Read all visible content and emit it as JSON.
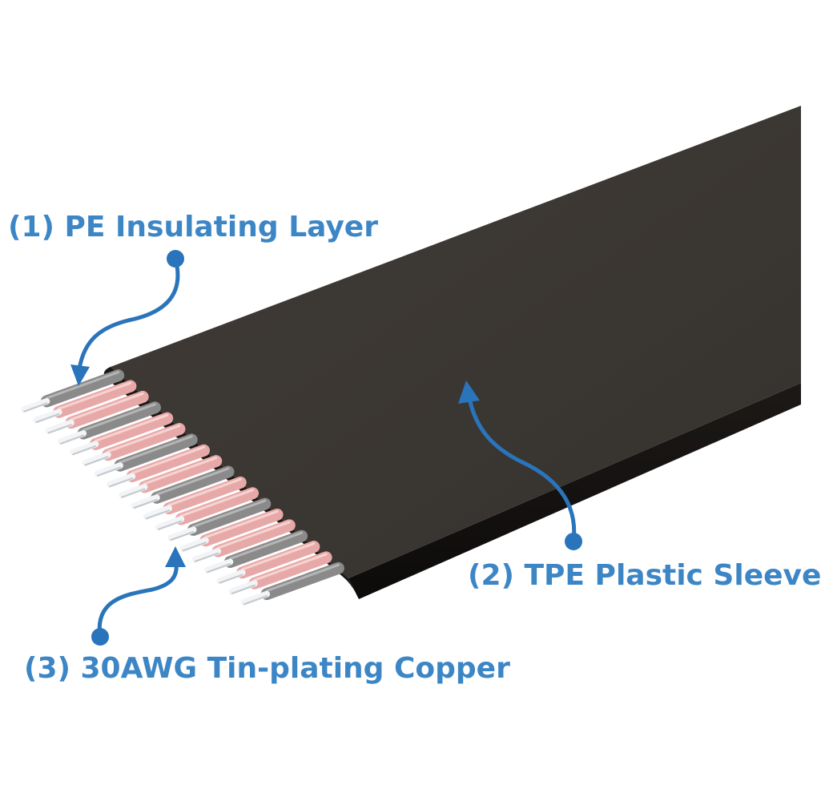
{
  "callouts": [
    {
      "id": "pe",
      "text": "(1) PE Insulating Layer"
    },
    {
      "id": "tpe",
      "text": "(2) TPE Plastic Sleeve"
    },
    {
      "id": "copper",
      "text": "(3) 30AWG Tin-plating Copper"
    }
  ],
  "colors": {
    "label": "#3d86c6",
    "arrow": "#2a74bb",
    "sleeve_top": "#3e3a37",
    "sleeve_edge": "#141210",
    "conductor_pink": "#e7a9a8",
    "conductor_gray": "#8a8a8a",
    "copper_tin": "#f2f4f6"
  },
  "illustration": {
    "subject": "flat ribbon cable",
    "conductor_pattern": [
      "gray",
      "pink",
      "pink",
      "gray",
      "pink",
      "pink",
      "gray",
      "pink",
      "pink",
      "gray",
      "pink",
      "pink",
      "gray",
      "pink",
      "pink",
      "gray",
      "pink",
      "pink",
      "gray"
    ]
  }
}
